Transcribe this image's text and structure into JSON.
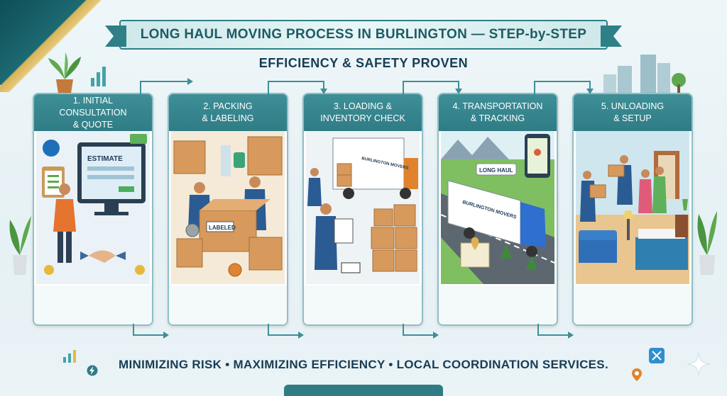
{
  "title": "LONG HAUL MOVING PROCESS IN BURLINGTON — STEP-by-STEP",
  "subtitle": "EFFICIENCY & SAFETY PROVEN",
  "steps": [
    {
      "title": "1. INITIAL CONSULTATION\n& QUOTE",
      "sign_text": "ESTIMATE",
      "icon": "computer-handshake-illustration"
    },
    {
      "title": "2. PACKING\n& LABELING",
      "sign_text": "LABELED",
      "icon": "packing-boxes-illustration"
    },
    {
      "title": "3. LOADING &\nINVENTORY CHECK",
      "sign_text": "BURLINGTON MOVERS",
      "icon": "truck-loading-illustration"
    },
    {
      "title": "4. TRANSPORTATION\n& TRACKING",
      "sign_text": "LONG HAUL",
      "truck_text": "BURLINGTON MOVERS",
      "icon": "highway-truck-illustration"
    },
    {
      "title": "5. UNLOADING\n& SETUP",
      "icon": "home-setup-illustration"
    }
  ],
  "footer": "MINIMIZING RISK • MAXIMIZING EFFICIENCY • LOCAL COORDINATION SERVICES.",
  "colors": {
    "teal": "#2f7c85",
    "navy": "#173d55",
    "gold": "#d8b45a",
    "panel_border": "#8fbfc6"
  }
}
